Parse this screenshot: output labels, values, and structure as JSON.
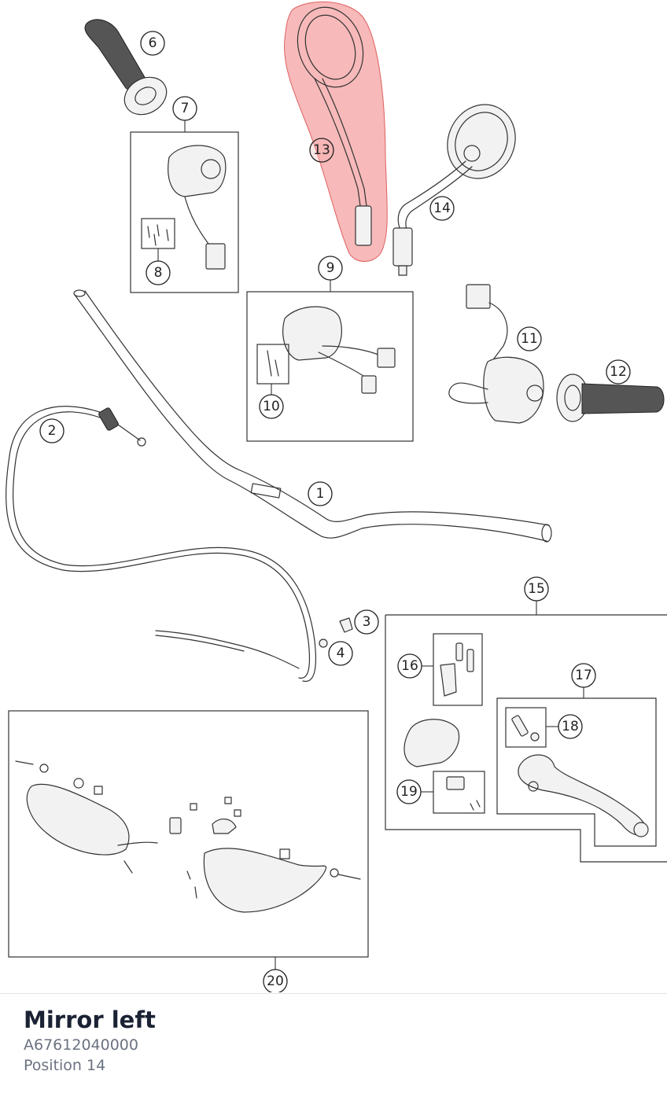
{
  "diagram": {
    "highlight_color": "#f08080",
    "highlighted_callout": "13",
    "callouts": [
      "1",
      "2",
      "3",
      "4",
      "6",
      "7",
      "8",
      "9",
      "10",
      "11",
      "12",
      "13",
      "14",
      "15",
      "16",
      "17",
      "18",
      "19",
      "20"
    ]
  },
  "part_info": {
    "name": "Mirror left",
    "part_number": "A67612040000",
    "position": "Position 14"
  }
}
